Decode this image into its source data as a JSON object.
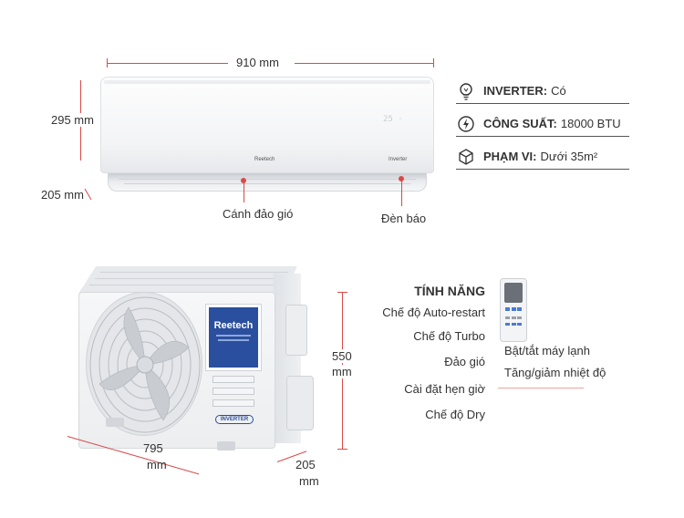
{
  "indoor": {
    "width_label": "910 mm",
    "height_label": "295 mm",
    "depth_label": "205 mm",
    "brand": "Reetech",
    "inverter_mark": "Inverter",
    "louver_label": "Cánh đảo gió",
    "indicator_label": "Đèn báo"
  },
  "specs": [
    {
      "icon": "lightbulb-icon",
      "key": "INVERTER:",
      "value": "Có"
    },
    {
      "icon": "power-icon",
      "key": "CÔNG SUẤT:",
      "value": "18000 BTU"
    },
    {
      "icon": "cube-icon",
      "key": "PHẠM VI:",
      "value": "Dưới 35m²"
    }
  ],
  "features": {
    "title": "TÍNH NĂNG",
    "items": [
      "Chế độ Auto-restart",
      "Chế độ Turbo",
      "Đảo gió",
      "Cài đặt hẹn giờ",
      "Chế độ  Dry"
    ]
  },
  "remote": {
    "line1": "Bật/tắt máy lạnh",
    "line2": "Tăng/giảm nhiệt độ"
  },
  "outdoor": {
    "brand": "Reetech",
    "inverter_mark": "INVERTER",
    "width_label_1": "795",
    "width_label_2": "mm",
    "height_label_1": "550",
    "height_label_2": "mm",
    "depth_label_1": "205",
    "depth_label_2": "mm"
  },
  "colors": {
    "dimension_line": "#d94a4a",
    "label_panel": "#2a4f9e"
  }
}
